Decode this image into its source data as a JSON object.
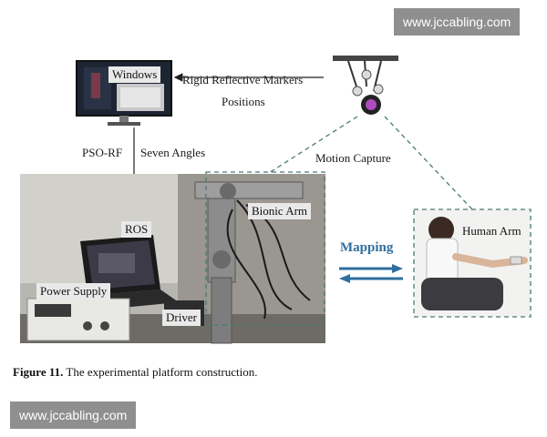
{
  "watermark_top": "www.jccabling.com",
  "watermark_bottom": "www.jccabling.com",
  "labels": {
    "windows": "Windows",
    "rigid_markers": "Rigid Reflective Markers",
    "positions": "Positions",
    "pso_rf": "PSO-RF",
    "seven_angles": "Seven Angles",
    "motion_capture": "Motion Capture",
    "bionic_arm": "Bionic Arm",
    "ros": "ROS",
    "power_supply": "Power Supply",
    "driver": "Driver",
    "mapping": "Mapping",
    "human_arm": "Human Arm"
  },
  "caption": {
    "figure": "Figure 11.",
    "text": " The experimental platform construction."
  },
  "colors": {
    "mapping_blue": "#2f6f9f",
    "dashed": "#4a7a72",
    "watermark_bg": "#8f8f8f"
  }
}
